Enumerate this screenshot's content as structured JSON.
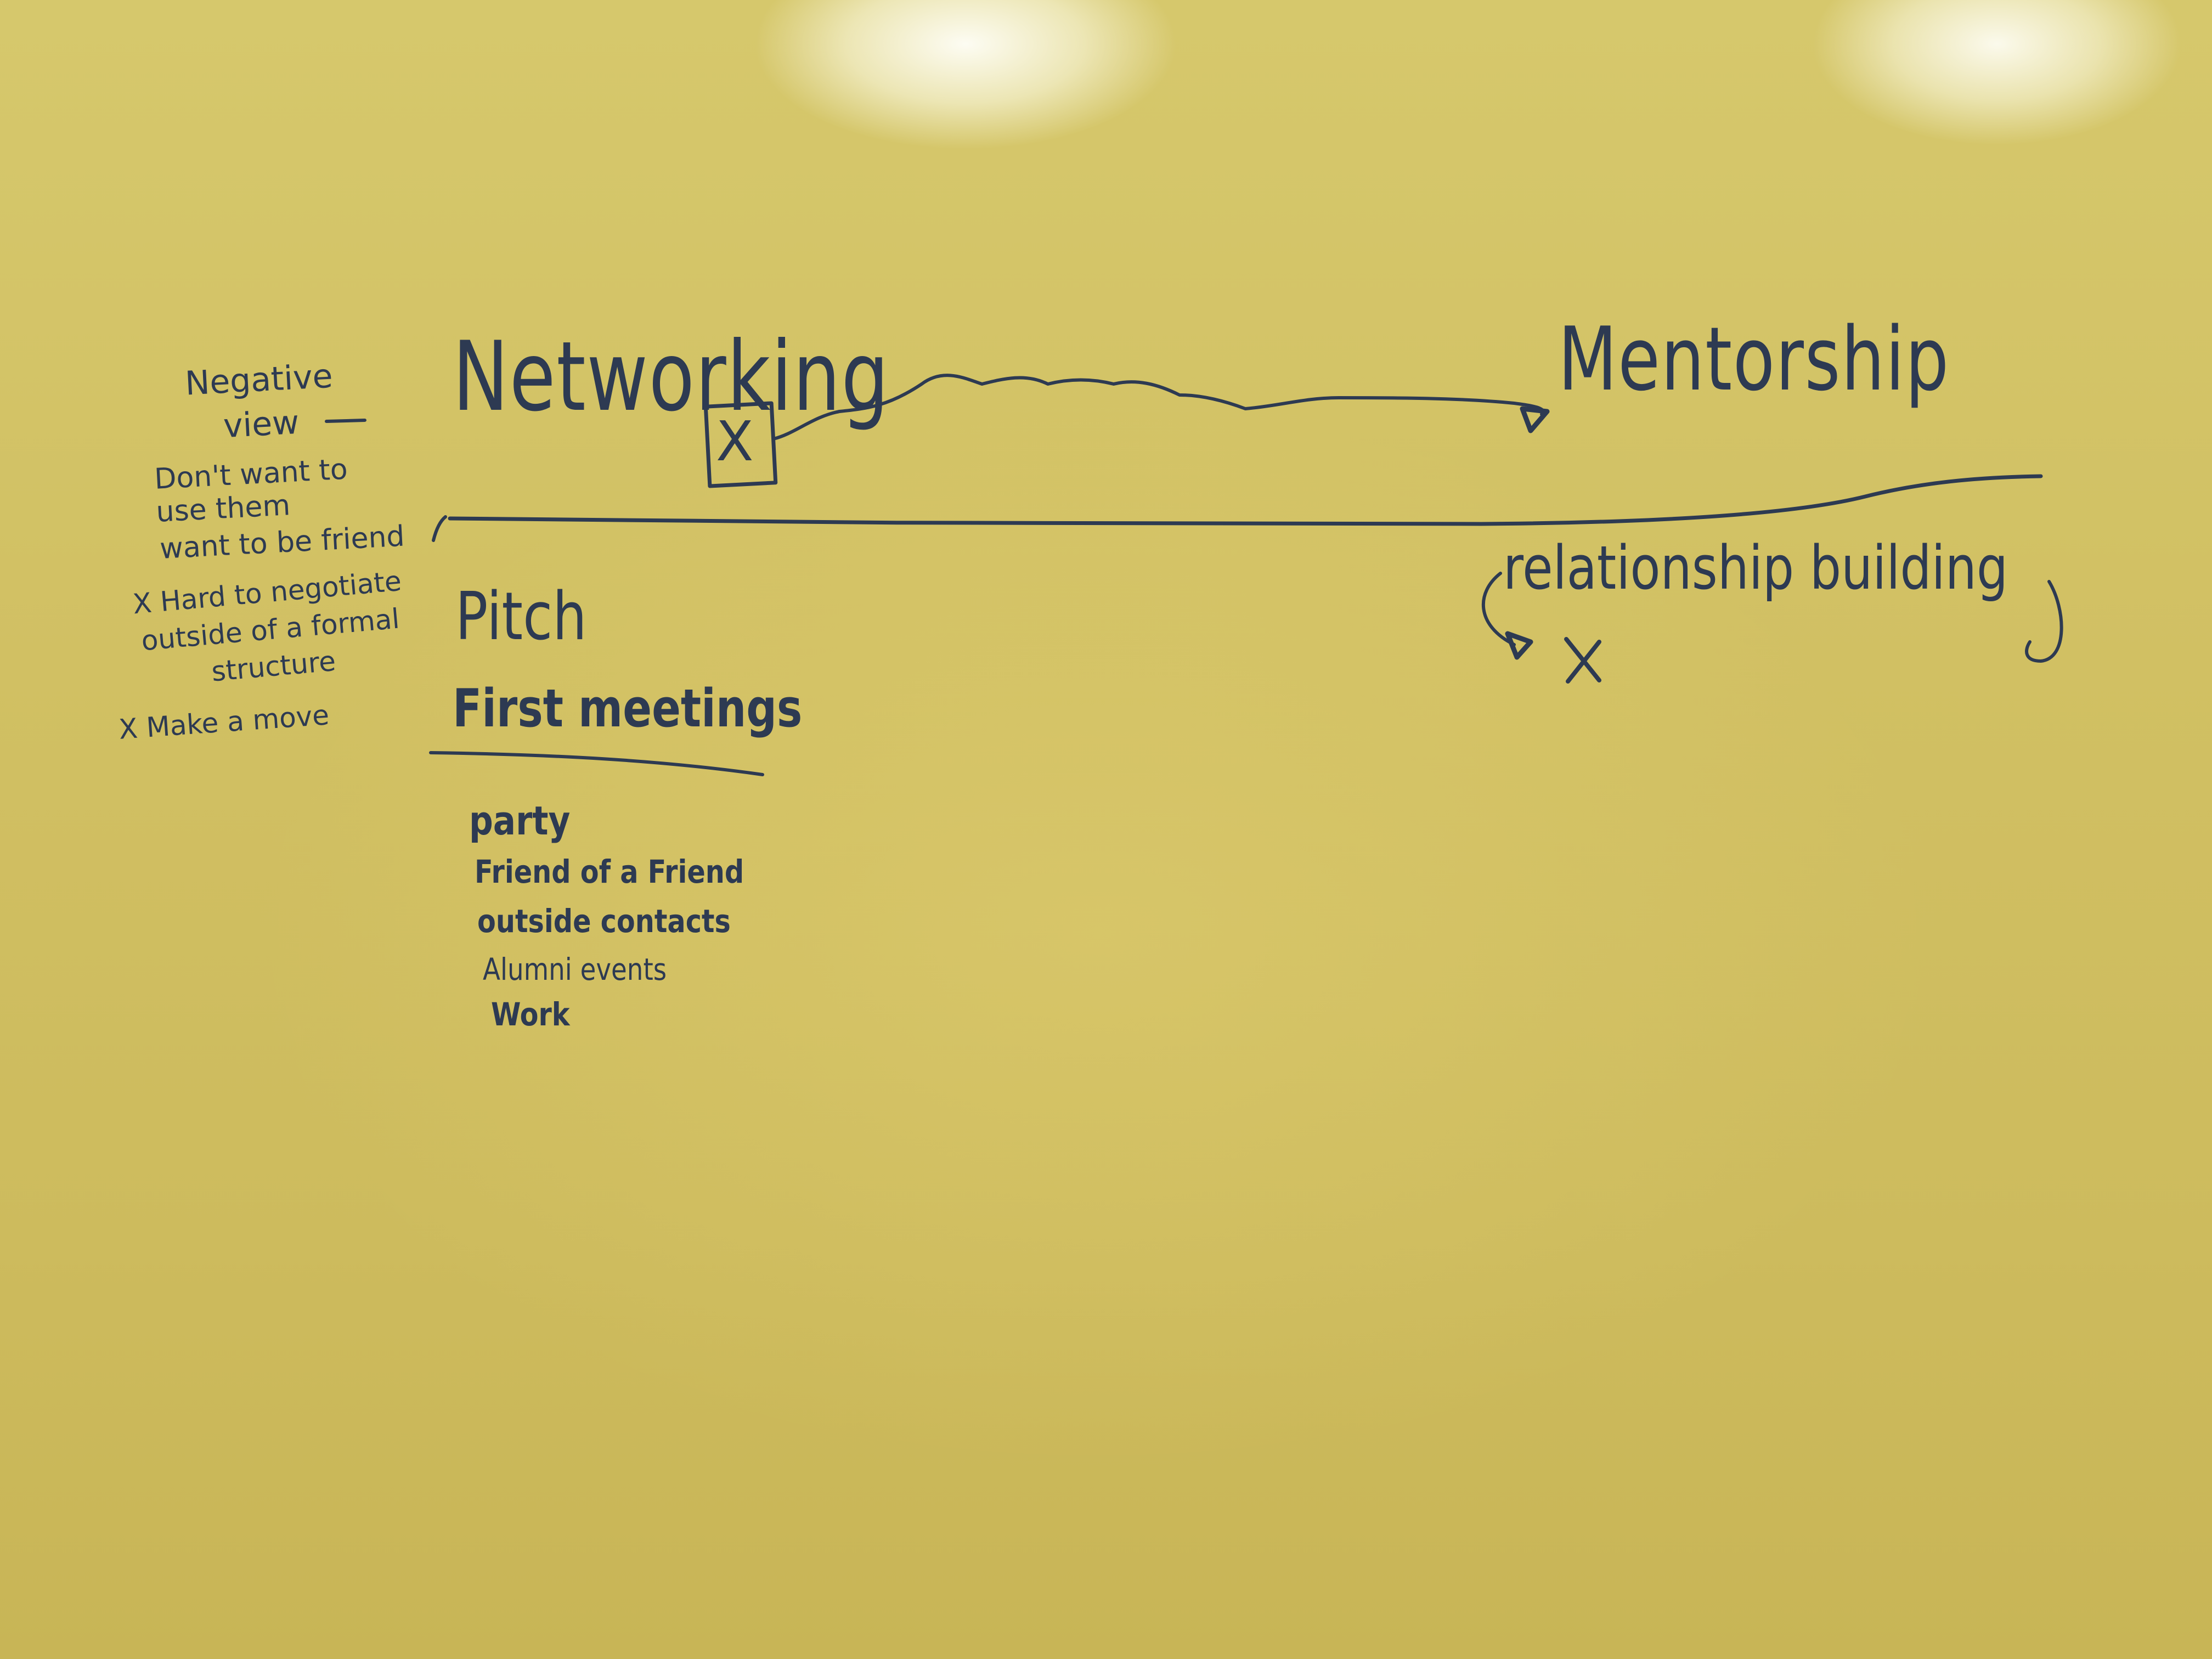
{
  "whiteboard": {
    "left_notes": {
      "heading": "Negative view",
      "lines": [
        "Don't want to use them",
        "want to be friend"
      ],
      "point_1": "X Hard to negotiate outside of a formal structure",
      "point_2": "X Make a move"
    },
    "networking": "Networking",
    "mentorship": "Mentorship",
    "relationship_building": "relationship building",
    "pitch": "Pitch",
    "first_meetings": "First meetings",
    "first_meetings_list": [
      "party",
      "Friend of a Friend",
      "outside contacts",
      "Alumni events",
      "Work"
    ],
    "x_mark": "X",
    "ink_color": "#2d3a52",
    "board_color": "#cfc062"
  }
}
